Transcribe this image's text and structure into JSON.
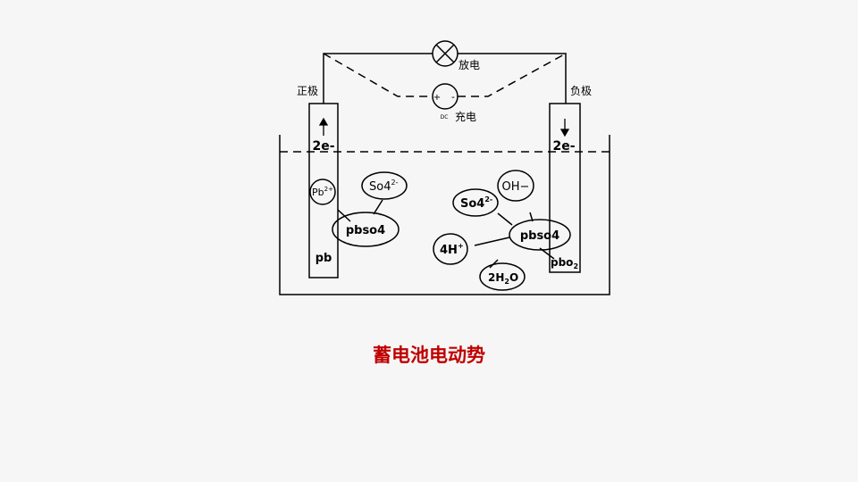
{
  "labels": {
    "positive": "正极",
    "negative": "负极",
    "discharge": "放电",
    "charge": "充电",
    "dc": "DC",
    "plus": "+",
    "minus": "-",
    "left_electrons": "2e-",
    "right_electrons": "2e-",
    "left_plate": "pb",
    "right_plate_base": "pbo",
    "right_plate_sub": "2"
  },
  "ions": {
    "pb_base": "Pb",
    "pb_sup": "2+",
    "so4_left_base": "So4",
    "so4_left_sup": "2-",
    "pbso4_left": "pbso4",
    "so4_right_base": "So4",
    "so4_right_sup": "2-",
    "oh": "OH−",
    "h_base": "4H",
    "h_sup": "+",
    "pbso4_right": "pbso4",
    "water_a": "2H",
    "water_sub": "2",
    "water_b": "O"
  },
  "caption": "蓄电池电动势",
  "colors": {
    "background": "#f6f6f6",
    "caption": "#c00000",
    "lines": "#000000"
  }
}
